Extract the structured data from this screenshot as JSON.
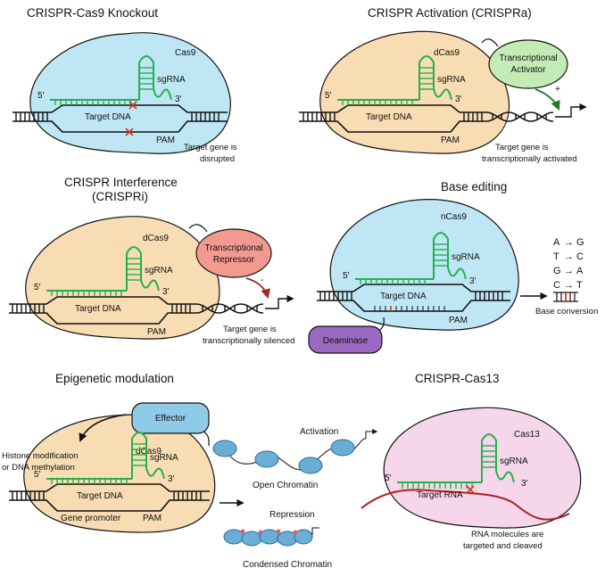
{
  "colors": {
    "blue_protein": "#bfe6f5",
    "orange_protein": "#f8dcb4",
    "pink_protein": "#f5d6ea",
    "purple_protein": "#c4c8ef",
    "activator": "#c4ebb5",
    "repressor": "#f29a8f",
    "deaminase": "#9a6ac2",
    "effector": "#8fcae6",
    "guide_green": "#22b14c",
    "rna_red": "#b01e1e"
  },
  "panels": {
    "knockout": {
      "title": "CRISPR-Cas9 Knockout",
      "protein": "Cas9",
      "sgrna": "sgRNA",
      "five": "5'",
      "three": "3'",
      "target": "Target DNA",
      "pam": "PAM",
      "caption_1": "Target gene is",
      "caption_2": "disrupted"
    },
    "activation": {
      "title": "CRISPR Activation (CRISPRa)",
      "protein": "dCas9",
      "sgrna": "sgRNA",
      "five": "5'",
      "three": "3'",
      "target": "Target DNA",
      "pam": "PAM",
      "effector_1": "Transcriptional",
      "effector_2": "Activator",
      "sign": "+",
      "caption_1": "Target gene is",
      "caption_2": "transcriptionally activated"
    },
    "interference": {
      "title_1": "CRISPR Interference",
      "title_2": "(CRISPRi)",
      "protein": "dCas9",
      "sgrna": "sgRNA",
      "five": "5'",
      "three": "3'",
      "target": "Target DNA",
      "pam": "PAM",
      "effector_1": "Transcriptional",
      "effector_2": "Repressor",
      "sign": "-",
      "caption_1": "Target gene is",
      "caption_2": "transcriptionally silenced"
    },
    "base_editing": {
      "title": "Base editing",
      "protein": "nCas9",
      "sgrna": "sgRNA",
      "five": "5'",
      "three": "3'",
      "target": "Target DNA",
      "pam": "PAM",
      "deaminase": "Deaminase",
      "conversions": [
        {
          "from": "A",
          "to": "G"
        },
        {
          "from": "T",
          "to": "C"
        },
        {
          "from": "G",
          "to": "A"
        },
        {
          "from": "C",
          "to": "T"
        }
      ],
      "arrow_glyph": "→",
      "caption": "Base conversion"
    },
    "epigenetic": {
      "title": "Epigenetic modulation",
      "protein": "dCas9",
      "sgrna": "sgRNA",
      "five": "5'",
      "three": "3'",
      "target": "Target DNA",
      "pam": "PAM",
      "promoter": "Gene promoter",
      "effector": "Effector",
      "mod_1": "Histone modification",
      "mod_2": "or DNA methylation",
      "activation": "Activation",
      "open": "Open Chromatin",
      "repression": "Repression",
      "condensed": "Condensed Chromatin"
    },
    "cas13": {
      "title": "CRISPR-Cas13",
      "protein": "Cas13",
      "sgrna": "sgRNA",
      "five": "5'",
      "three": "3'",
      "target": "Target RNA",
      "caption_1": "RNA molecules are",
      "caption_2": "targeted and cleaved"
    }
  }
}
